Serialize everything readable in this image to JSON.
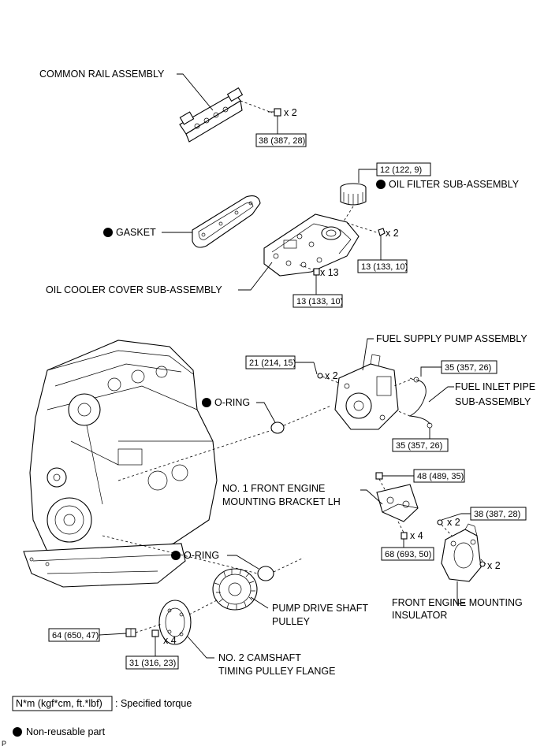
{
  "labels": {
    "common_rail": "COMMON RAIL ASSEMBLY",
    "oil_filter": "OIL FILTER SUB-ASSEMBLY",
    "gasket": "GASKET",
    "oil_cooler_cover": "OIL COOLER COVER SUB-ASSEMBLY",
    "fuel_supply_pump": "FUEL SUPPLY PUMP ASSEMBLY",
    "fuel_inlet_pipe_1": "FUEL INLET PIPE",
    "fuel_inlet_pipe_2": "SUB-ASSEMBLY",
    "o_ring_upper": "O-RING",
    "o_ring_lower": "O-RING",
    "bracket_1": "NO. 1 FRONT ENGINE",
    "bracket_2": "MOUNTING BRACKET LH",
    "insulator_1": "FRONT ENGINE MOUNTING",
    "insulator_2": "INSULATOR",
    "pulley_1": "PUMP DRIVE SHAFT",
    "pulley_2": "PULLEY",
    "flange_1": "NO. 2 CAMSHAFT",
    "flange_2": "TIMING PULLEY FLANGE"
  },
  "torques": {
    "common_rail": "38 (387, 28)",
    "oil_filter": "12 (122, 9)",
    "cooler_right": "13 (133, 10)",
    "cooler_bottom": "13 (133, 10)",
    "pump_left": "21 (214, 15)",
    "pipe_top": "35 (357, 26)",
    "pipe_bottom": "35 (357, 26)",
    "bracket_top": "48 (489, 35)",
    "bracket_bottom": "68 (693, 50)",
    "insulator": "38 (387, 28)",
    "pulley_nut": "64 (650, 47)",
    "flange_bolt": "31 (316, 23)"
  },
  "quantities": {
    "common_rail": "x 2",
    "cooler_right": "x 2",
    "cooler_bottom": "x 13",
    "pump": "x 2",
    "insulator_top": "x 2",
    "insulator_side": "x 2",
    "bracket": "x 4",
    "flange": "x 4"
  },
  "legend": {
    "torque_box": "N*m (kgf*cm, ft.*lbf)",
    "torque_text": ": Specified torque",
    "nonreusable_text": "Non-reusable part",
    "corner_code": "P"
  }
}
